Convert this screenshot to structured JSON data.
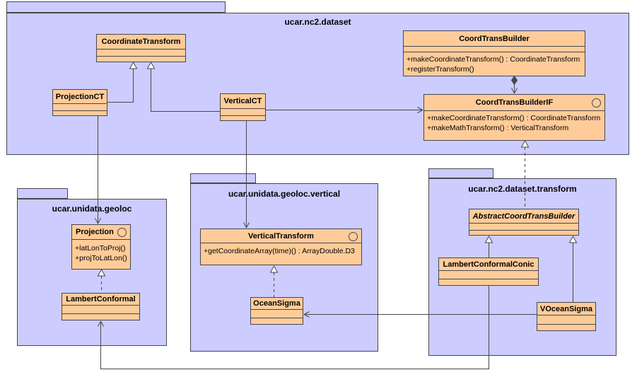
{
  "diagram": {
    "packages": [
      {
        "name": "ucar.nc2.dataset"
      },
      {
        "name": "ucar.unidata.geoloc"
      },
      {
        "name": "ucar.unidata.geoloc.vertical"
      },
      {
        "name": "ucar.nc2.dataset.transform"
      }
    ],
    "classes": [
      {
        "name": "CoordinateTransform",
        "type": "class"
      },
      {
        "name": "ProjectionCT",
        "type": "class"
      },
      {
        "name": "VerticalCT",
        "type": "class"
      },
      {
        "name": "CoordTransBuilder",
        "type": "class",
        "methods": [
          "+makeCoordinateTransform() : CoordinateTransform",
          "+registerTransform()"
        ]
      },
      {
        "name": "CoordTransBuilderIF",
        "type": "interface",
        "methods": [
          "+makeCoordinateTransform() : CoordinateTransform",
          "+makeMathTransform() : VerticalTransform"
        ]
      },
      {
        "name": "Projection",
        "type": "interface",
        "methods": [
          "+latLonToProj()",
          "+projToLatLon()"
        ]
      },
      {
        "name": "LambertConformal",
        "type": "class"
      },
      {
        "name": "VerticalTransform",
        "type": "interface",
        "methods": [
          "+getCoordinateArray(time)() : ArrayDouble.D3"
        ]
      },
      {
        "name": "OceanSigma",
        "type": "class"
      },
      {
        "name": "AbstractCoordTransBuilder",
        "type": "abstract-class"
      },
      {
        "name": "LambertConformalConic",
        "type": "class"
      },
      {
        "name": "VOceanSigma",
        "type": "class"
      }
    ],
    "relations": [
      {
        "from": "ProjectionCT",
        "to": "CoordinateTransform",
        "type": "generalization"
      },
      {
        "from": "VerticalCT",
        "to": "CoordinateTransform",
        "type": "generalization"
      },
      {
        "from": "ProjectionCT",
        "to": "Projection",
        "type": "association"
      },
      {
        "from": "VerticalCT",
        "to": "VerticalTransform",
        "type": "association"
      },
      {
        "from": "VerticalCT",
        "to": "CoordTransBuilderIF",
        "type": "association"
      },
      {
        "from": "CoordTransBuilder",
        "to": "CoordTransBuilderIF",
        "type": "composition"
      },
      {
        "from": "AbstractCoordTransBuilder",
        "to": "CoordTransBuilderIF",
        "type": "realization"
      },
      {
        "from": "LambertConformalConic",
        "to": "AbstractCoordTransBuilder",
        "type": "generalization"
      },
      {
        "from": "VOceanSigma",
        "to": "AbstractCoordTransBuilder",
        "type": "generalization"
      },
      {
        "from": "OceanSigma",
        "to": "VerticalTransform",
        "type": "realization"
      },
      {
        "from": "LambertConformal",
        "to": "Projection",
        "type": "realization"
      },
      {
        "from": "VOceanSigma",
        "to": "OceanSigma",
        "type": "association"
      },
      {
        "from": "LambertConformalConic",
        "to": "LambertConformal",
        "type": "association"
      }
    ],
    "colors": {
      "package_fill": "#ccccff",
      "class_fill": "#ffcc99",
      "border": "#47474f"
    }
  }
}
